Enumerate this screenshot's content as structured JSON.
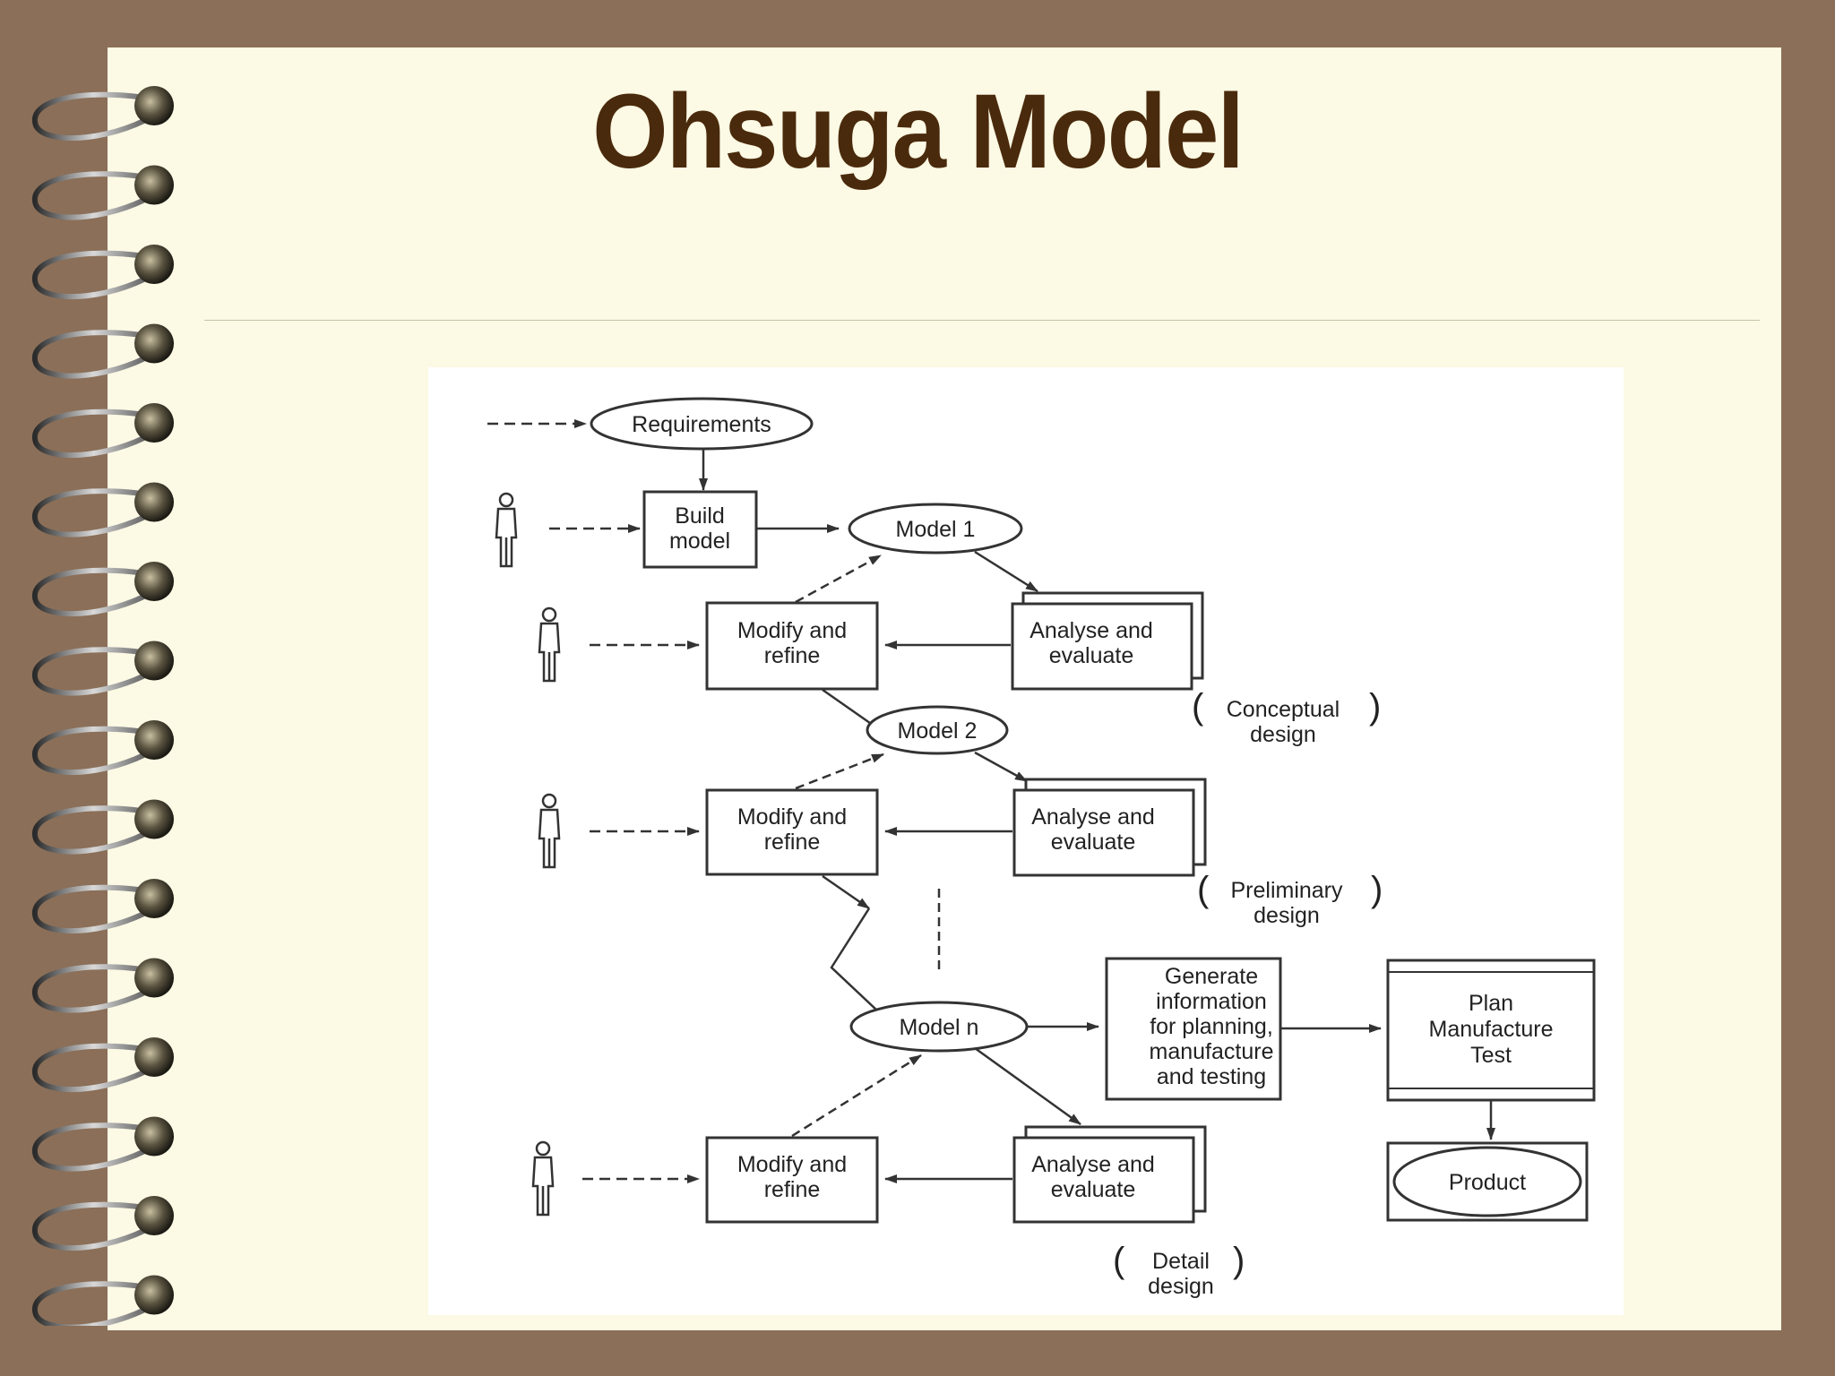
{
  "slide": {
    "title": "Ohsuga Model"
  },
  "diagram": {
    "requirements": "Requirements",
    "build_model": [
      "Build",
      "model"
    ],
    "model_1": "Model 1",
    "model_2": "Model 2",
    "model_n": "Model n",
    "modify_refine": [
      "Modify and",
      "refine"
    ],
    "analyse_evaluate": [
      "Analyse and",
      "evaluate"
    ],
    "conceptual_design": [
      "Conceptual",
      "design"
    ],
    "preliminary_design": [
      "Preliminary",
      "design"
    ],
    "detail_design": [
      "Detail",
      "design"
    ],
    "generate_info": [
      "Generate",
      "information",
      "for planning,",
      "manufacture",
      "and testing"
    ],
    "plan_box": [
      "Plan",
      "Manufacture",
      "Test"
    ],
    "product": "Product"
  }
}
